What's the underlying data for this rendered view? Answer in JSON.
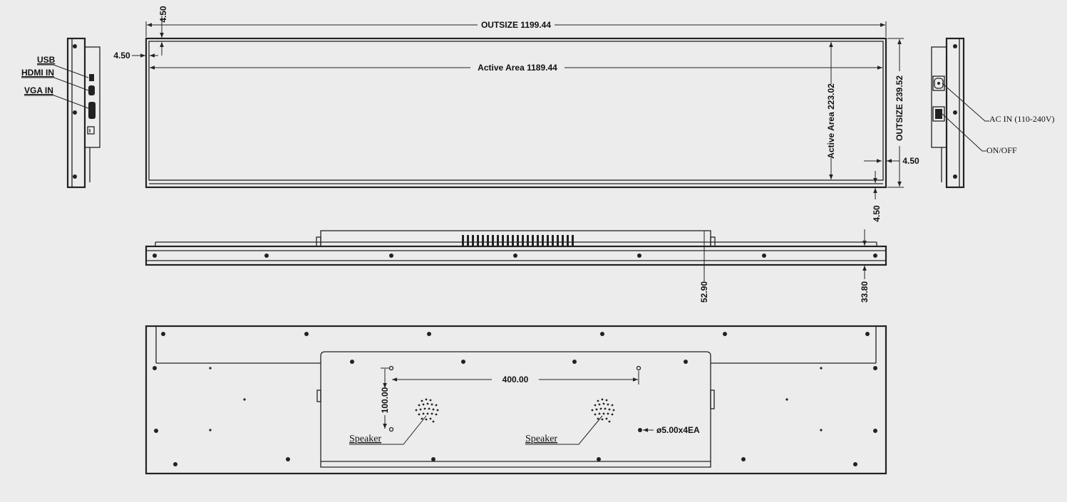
{
  "colors": {
    "background": "#ececec",
    "ink": "#222222"
  },
  "front_view": {
    "outsize_width": "OUTSIZE 1199.44",
    "active_width": "Active Area 1189.44",
    "active_height": "Active Area 223.02",
    "outsize_height": "OUTSIZE 239.52",
    "bezel_top": "4.50",
    "bezel_left": "4.50",
    "bezel_right": "4.50",
    "bezel_bottom": "4.50"
  },
  "left_side_view": {
    "ports": [
      "USB",
      "HDMI IN",
      "VGA IN"
    ]
  },
  "right_side_view": {
    "ac_in": "AC IN (110-240V)",
    "on_off": "ON/OFF"
  },
  "top_view": {
    "depth_total": "52.90",
    "depth_panel": "33.80"
  },
  "rear_view": {
    "mount_spacing_h": "400.00",
    "mount_spacing_v": "100.00",
    "mount_holes": "ø5.00x4EA",
    "speaker_left": "Speaker",
    "speaker_right": "Speaker"
  }
}
